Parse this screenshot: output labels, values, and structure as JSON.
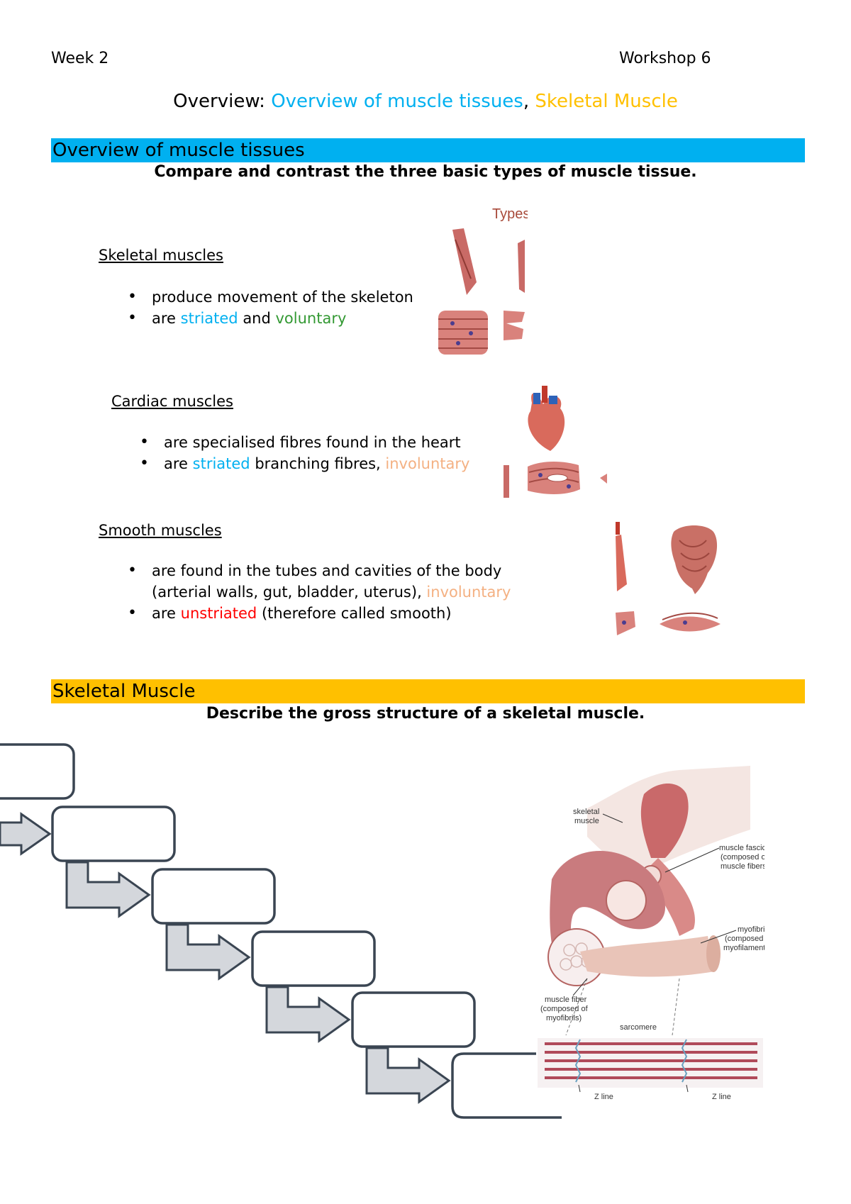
{
  "header": {
    "left": "Week 2",
    "right": "Workshop 6"
  },
  "title": {
    "prefix": "Overview: ",
    "part1": "Overview of muscle tissues",
    "sep": ", ",
    "part2": "Skeletal Muscle"
  },
  "section1": {
    "band_label": "Overview of muscle tissues",
    "band_color": "#00b0f0",
    "question": "Compare and contrast the three basic types of muscle tissue.",
    "image_caption": "Types o",
    "skeletal": {
      "heading": "Skeletal muscles",
      "b1": "produce movement of the skeleton",
      "b2_pre": "are ",
      "b2_striated": "striated",
      "b2_mid": " and ",
      "b2_voluntary": "voluntary"
    },
    "cardiac": {
      "heading": "Cardiac muscles",
      "b1": "are specialised fibres found in the heart",
      "b2_pre": "are ",
      "b2_striated": "striated",
      "b2_mid": " branching fibres, ",
      "b2_invol": "involuntary"
    },
    "smooth": {
      "heading": "Smooth muscles ",
      "b1_line1": "are found in the tubes and cavities of the body",
      "b1_line2": "(arterial walls, gut, bladder, uterus), ",
      "b1_invol": "involuntary",
      "b2_pre": "are ",
      "b2_unstriated": "unstriated",
      "b2_post": " (therefore called smooth)"
    }
  },
  "section2": {
    "band_label": "Skeletal Muscle",
    "band_color": "#ffc000",
    "question": "Describe the gross structure of a skeletal muscle.",
    "diagram_labels": {
      "skeletal_muscle_1": "skeletal",
      "skeletal_muscle_2": "muscle",
      "fascicle_1": "muscle fascicle",
      "fascicle_2": "(composed of",
      "fascicle_3": "muscle fibers)",
      "myofibril_1": "myofibril",
      "myofibril_2": "(composed of",
      "myofibril_3": "myofilaments)",
      "fiber_1": "muscle fiber",
      "fiber_2": "(composed of",
      "fiber_3": "myofibrils)",
      "sarcomere": "sarcomere",
      "zline_left": "Z line",
      "zline_right": "Z line"
    }
  }
}
